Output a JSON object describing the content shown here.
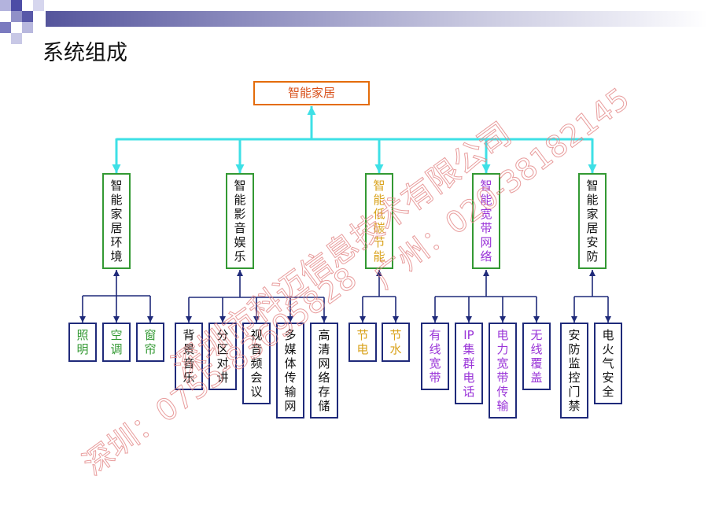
{
  "slide": {
    "title": "系统组成"
  },
  "diagram": {
    "root": {
      "label": "智能家居"
    },
    "categories": [
      {
        "label": "智能家居环境",
        "text_color": "#111111",
        "children_text_color": "#339933",
        "children": [
          "照明",
          "空调",
          "窗帘"
        ]
      },
      {
        "label": "智能影音娱乐",
        "text_color": "#111111",
        "children_text_color": "#111111",
        "children": [
          "背景音乐",
          "分区对讲",
          "视音频会议",
          "多媒体传输网",
          "高清网络存储"
        ]
      },
      {
        "label": "智能低碳节能",
        "text_color": "#d9a21b",
        "children_text_color": "#d9a21b",
        "children": [
          "节电",
          "节水"
        ]
      },
      {
        "label": "智能宽带网络",
        "text_color": "#9a35d8",
        "children_text_color": "#9a35d8",
        "children": [
          "有线宽带",
          "IP集群电话",
          "电力宽带传输",
          "无线覆盖"
        ]
      },
      {
        "label": "智能家居安防",
        "text_color": "#111111",
        "children_text_color": "#111111",
        "children": [
          "安防监控门禁",
          "电火气安全"
        ]
      }
    ]
  },
  "colors": {
    "root_border": "#e46c0a",
    "root_text": "#d8501a",
    "category_border": "#339933",
    "leaf_border": "#1f2a7a",
    "trunk_connector": "#3ee0e6",
    "branch_connector": "#1f2a7a",
    "watermark": "#e38585"
  },
  "watermark": {
    "lines": [
      "深圳：0755-83695828",
      "深圳市科迈信息技术有限公司",
      "广州：020-38182145"
    ]
  }
}
